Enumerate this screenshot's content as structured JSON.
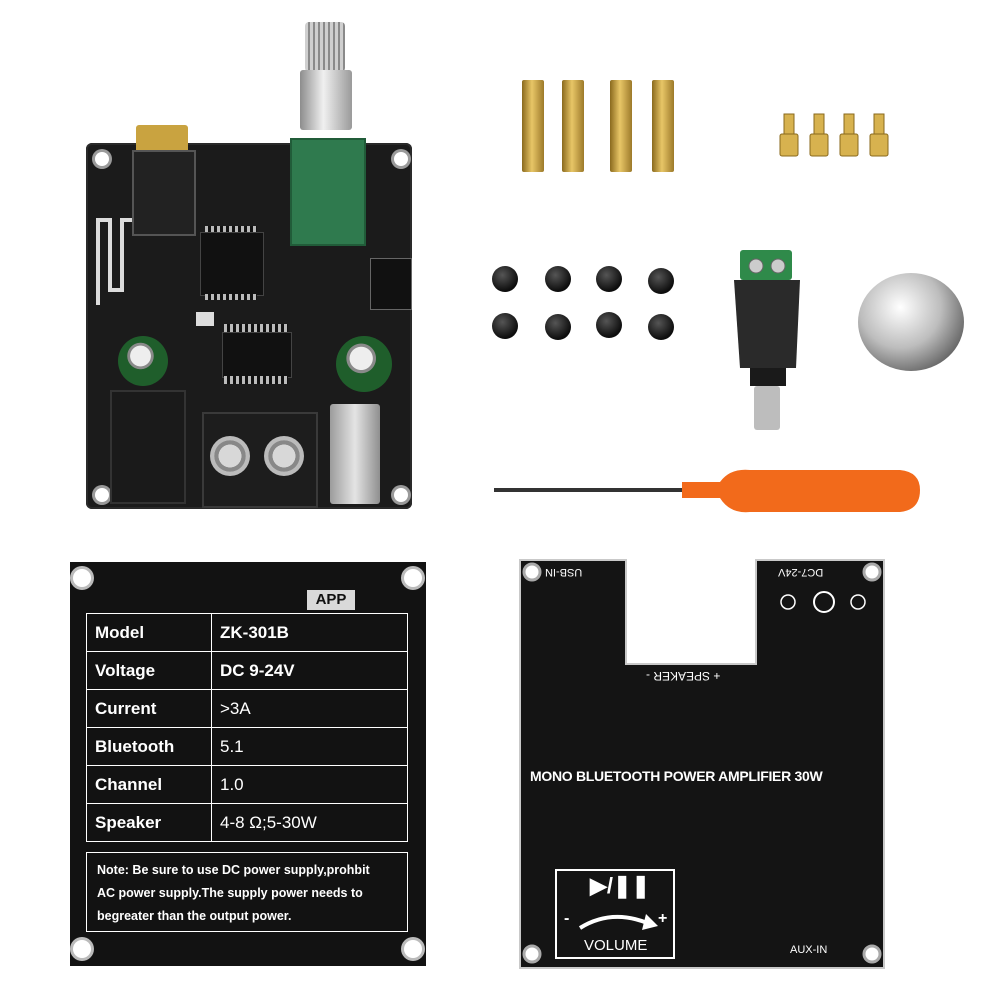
{
  "spec_plate": {
    "app_tag": "APP",
    "rows": [
      {
        "label": "Model",
        "value": "ZK-301B"
      },
      {
        "label": "Voltage",
        "value": "DC 9-24V"
      },
      {
        "label": "Current",
        "value": ">3A"
      },
      {
        "label": "Bluetooth",
        "value": "5.1"
      },
      {
        "label": "Channel",
        "value": "1.0"
      },
      {
        "label": "Speaker",
        "value": "4-8 Ω;5-30W"
      }
    ],
    "note_lines": [
      "Note: Be sure to use DC power supply,prohbit",
      "AC power supply.The supply power needs to",
      "begreater than the output power."
    ]
  },
  "cover_plate": {
    "title": "MONO BLUETOOTH POWER AMPLIFIER 30W",
    "usb_label": "USB-IN",
    "dc_label": "DC7-24V",
    "speaker_label": "+ SPEAKER -",
    "volume_label": "VOLUME",
    "aux_label": "AUX-IN",
    "play_pause": "▶/❚❚",
    "minus": "-",
    "plus": "+"
  },
  "colors": {
    "pcb": "#1b1b1b",
    "plate": "#121212",
    "screwdriver_handle": "#f26a1b",
    "brass": "#d7b24f",
    "pot_green": "#2f7a4e"
  }
}
